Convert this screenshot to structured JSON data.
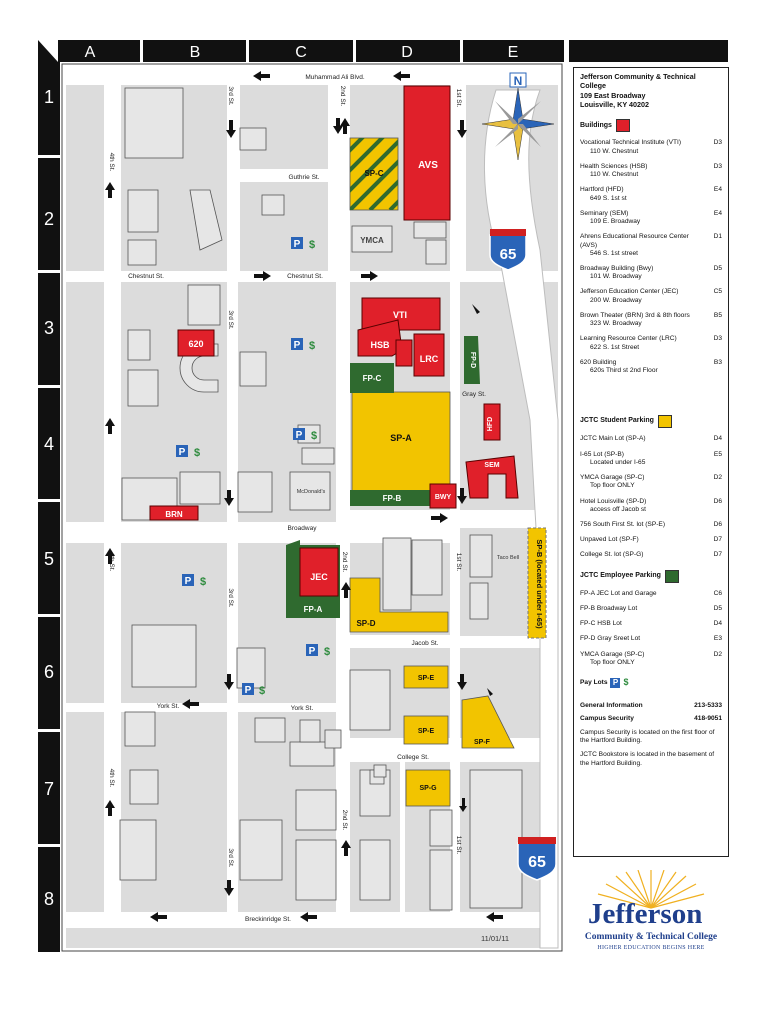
{
  "grid": {
    "columns": [
      "A",
      "B",
      "C",
      "D",
      "E"
    ],
    "rows": [
      "1",
      "2",
      "3",
      "4",
      "5",
      "6",
      "7",
      "8"
    ]
  },
  "streets": {
    "muhammad_ali": "Muhammad Ali Blvd.",
    "guthrie": "Guthrie St.",
    "chestnut_west": "Chestnut St.",
    "chestnut_east": "Chestnut St.",
    "broadway": "Broadway",
    "jacob": "Jacob St.",
    "york_west": "York St.",
    "york_east": "York St.",
    "college": "College St.",
    "breckinridge": "Breckinridge St.",
    "gray": "Gray St.",
    "fourth_upper": "4th St.",
    "fourth_mid": "4th St.",
    "fourth_lower": "4th St.",
    "third_upper": "3rd St.",
    "third_mid": "3rd St.",
    "third_lower": "3rd St.",
    "third_bottom": "3rd St.",
    "second_upper": "2nd St.",
    "second_mid": "2nd St.",
    "second_lower": "2nd St.",
    "first_upper": "1st St.",
    "first_mid": "1st St.",
    "first_lower": "1st St."
  },
  "places": {
    "ymca": "YMCA",
    "mcdonalds": "McDonald's",
    "taco_bell": "Taco Bell"
  },
  "buildings": {
    "avs": "AVS",
    "vti": "VTI",
    "hsb": "HSB",
    "lrc": "LRC",
    "bwy": "BWY",
    "jec": "JEC",
    "brn": "BRN",
    "b620": "620",
    "hfd": "HFD",
    "sem": "SEM"
  },
  "student_lots": {
    "spa": "SP-A",
    "spb": "SP-B (located under I-65)",
    "spc": "SP-C",
    "spd": "SP-D",
    "spe1": "SP-E",
    "spe2": "SP-E",
    "spf": "SP-F",
    "spg": "SP-G"
  },
  "employee_lots": {
    "fpa": "FP-A",
    "fpb": "FP-B",
    "fpc": "FP-C",
    "fpd": "FP-D"
  },
  "interstate": {
    "top": "65",
    "bottom": "65"
  },
  "compass": "N",
  "pay_symbol": {
    "p": "P",
    "dollar": "$"
  },
  "date": "11/01/11",
  "colors": {
    "building": "#e0202a",
    "student_parking": "#f2c400",
    "employee_parking": "#2f6a2f",
    "road": "#ffffff",
    "block": "#dcdcdc",
    "pay": "#2a64b8"
  },
  "legend": {
    "college_name": "Jefferson Community & Technical College",
    "address1": "109 East Broadway",
    "address2": "Louisville, KY 40202",
    "buildings_heading": "Buildings",
    "buildings": [
      {
        "name": "Vocational Technical Institute (VTI)",
        "sub": "110 W. Chestnut",
        "grid": "D3"
      },
      {
        "name": "Health Sciences (HSB)",
        "sub": "110 W. Chestnut",
        "grid": "D3"
      },
      {
        "name": "Hartford (HFD)",
        "sub": "649 S. 1st st",
        "grid": "E4"
      },
      {
        "name": "Seminary (SEM)",
        "sub": "109 E. Broadway",
        "grid": "E4"
      },
      {
        "name": "Ahrens  Educational Resource Center (AVS)",
        "sub": "546 S. 1st street",
        "grid": "D1"
      },
      {
        "name": "Broadway Building (Bwy)",
        "sub": "101 W. Broadway",
        "grid": "D5"
      },
      {
        "name": "Jefferson Education Center (JEC)",
        "sub": "200 W. Broadway",
        "grid": "C5"
      },
      {
        "name": "Brown Theater (BRN) 3rd & 8th floors",
        "sub": "323 W. Broadway",
        "grid": "B5"
      },
      {
        "name": "Learning Resource Center (LRC)",
        "sub": "622 S. 1st Street",
        "grid": "D3"
      },
      {
        "name": "620 Building",
        "sub": "620s Third st 2nd Floor",
        "grid": "B3"
      }
    ],
    "student_heading": "JCTC Student Parking",
    "student": [
      {
        "name": "JCTC Main Lot (SP-A)",
        "sub": "",
        "grid": "D4"
      },
      {
        "name": "I-65 Lot (SP-B)",
        "sub": "Located under I-65",
        "grid": "E5"
      },
      {
        "name": "YMCA Garage (SP-C)",
        "sub": "Top floor ONLY",
        "grid": "D2"
      },
      {
        "name": "Hotel Louisville (SP-D)",
        "sub": "access off Jacob st",
        "grid": "D6"
      },
      {
        "name": "756 South First St. lot (SP-E)",
        "sub": "",
        "grid": "D6"
      },
      {
        "name": "Unpaved Lot (SP-F)",
        "sub": "",
        "grid": "D7"
      },
      {
        "name": "College St. lot (SP-G)",
        "sub": "",
        "grid": "D7"
      }
    ],
    "employee_heading": "JCTC Employee Parking",
    "employee": [
      {
        "name": "FP-A  JEC Lot and Garage",
        "sub": "",
        "grid": "C6"
      },
      {
        "name": "FP-B  Broadway Lot",
        "sub": "",
        "grid": "D5"
      },
      {
        "name": "FP-C  HSB Lot",
        "sub": "",
        "grid": "D4"
      },
      {
        "name": "FP-D  Gray Sreet Lot",
        "sub": "",
        "grid": "E3"
      },
      {
        "name": "YMCA Garage (SP-C)",
        "sub": "Top floor ONLY",
        "grid": "D2"
      }
    ],
    "pay_lots": "Pay Lots",
    "general_info_label": "General Information",
    "general_info_phone": "213-5333",
    "security_label": "Campus Security",
    "security_phone": "418-9051",
    "note1": "Campus Security is located on the first floor of the Hartford Building.",
    "note2": "JCTC Bookstore is located in the basement of the Hartford Building."
  },
  "logo": {
    "name": "Jefferson",
    "subtitle": "Community & Technical College",
    "tagline": "HIGHER EDUCATION BEGINS HERE"
  }
}
